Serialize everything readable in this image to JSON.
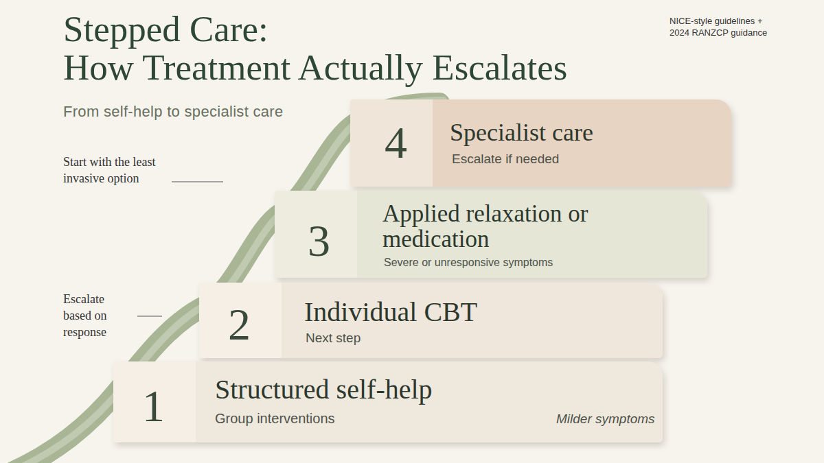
{
  "diagram": {
    "title": "Stepped Care: How Treatment Actually Escalates",
    "nodes": [
      {
        "text": [
          "4",
          "Specialist care",
          "Escalate if needed"
        ]
      },
      {
        "text": [
          "3",
          "Applied relaxation or medication",
          "Severe or unresponsive symptoms"
        ]
      },
      {
        "text": [
          "2",
          "Individual CBT",
          "Next step"
        ]
      },
      {
        "text": [
          "1",
          "Structured self-help",
          "Group interventions",
          "Milder symptoms"
        ]
      }
    ],
    "labels": [
      "From self-help to specialist care",
      "NICE-style guidelines + 2024 RANZCP guidance",
      "Start with the least invasive option",
      "Escalate based on response"
    ]
  }
}
